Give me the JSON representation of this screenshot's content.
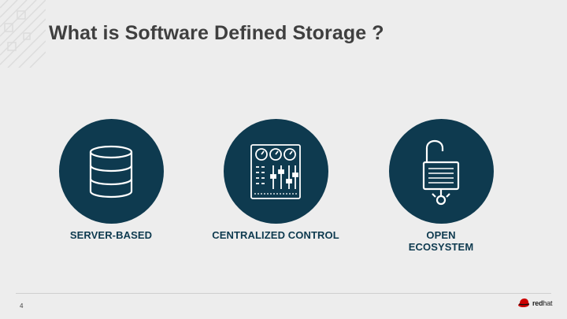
{
  "slide": {
    "title": "What is Software Defined Storage ?",
    "page_number": "4"
  },
  "features": [
    {
      "label": "SERVER-BASED",
      "icon": "database-icon"
    },
    {
      "label": "CENTRALIZED CONTROL",
      "icon": "control-panel-icon"
    },
    {
      "label": "OPEN\nECOSYSTEM",
      "icon": "open-padlock-icon"
    }
  ],
  "footer": {
    "logo_text_bold": "red",
    "logo_text_light": "hat"
  },
  "colors": {
    "background": "#ededed",
    "title": "#3f3f3f",
    "circle": "#0e3a4f",
    "label": "#0e3a4f",
    "logo_red": "#cc0000"
  }
}
